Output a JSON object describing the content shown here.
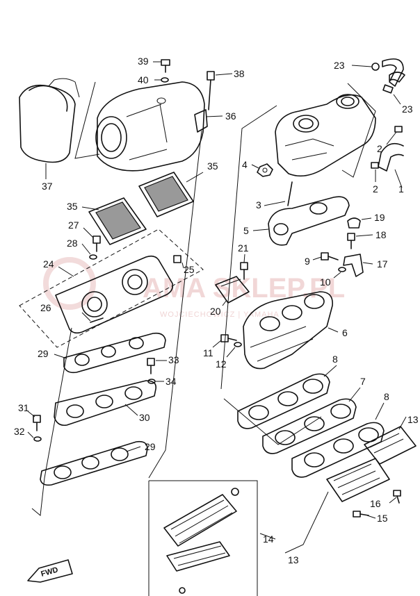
{
  "watermark": {
    "brand": "AMA SKLEP.PL",
    "subtitle": "WOJCIECHOWICZ  |  YAMAHA",
    "color": "#e6b8b8"
  },
  "direction_marker": {
    "label": "FWD"
  },
  "callouts": [
    {
      "id": "c1",
      "text": "1"
    },
    {
      "id": "c2a",
      "text": "2"
    },
    {
      "id": "c2b",
      "text": "2"
    },
    {
      "id": "c3",
      "text": "3"
    },
    {
      "id": "c4",
      "text": "4"
    },
    {
      "id": "c5",
      "text": "5"
    },
    {
      "id": "c6",
      "text": "6"
    },
    {
      "id": "c7",
      "text": "7"
    },
    {
      "id": "c8a",
      "text": "8"
    },
    {
      "id": "c8b",
      "text": "8"
    },
    {
      "id": "c9",
      "text": "9"
    },
    {
      "id": "c10",
      "text": "10"
    },
    {
      "id": "c11",
      "text": "11"
    },
    {
      "id": "c12",
      "text": "12"
    },
    {
      "id": "c13a",
      "text": "13"
    },
    {
      "id": "c13b",
      "text": "13"
    },
    {
      "id": "c14",
      "text": "14"
    },
    {
      "id": "c15",
      "text": "15"
    },
    {
      "id": "c16",
      "text": "16"
    },
    {
      "id": "c17",
      "text": "17"
    },
    {
      "id": "c18",
      "text": "18"
    },
    {
      "id": "c19",
      "text": "19"
    },
    {
      "id": "c20",
      "text": "20"
    },
    {
      "id": "c21",
      "text": "21"
    },
    {
      "id": "c23a",
      "text": "23"
    },
    {
      "id": "c23b",
      "text": "23"
    },
    {
      "id": "c24",
      "text": "24"
    },
    {
      "id": "c25",
      "text": "25"
    },
    {
      "id": "c26",
      "text": "26"
    },
    {
      "id": "c27",
      "text": "27"
    },
    {
      "id": "c28",
      "text": "28"
    },
    {
      "id": "c29a",
      "text": "29"
    },
    {
      "id": "c29b",
      "text": "29"
    },
    {
      "id": "c30",
      "text": "30"
    },
    {
      "id": "c31",
      "text": "31"
    },
    {
      "id": "c32",
      "text": "32"
    },
    {
      "id": "c33",
      "text": "33"
    },
    {
      "id": "c34",
      "text": "34"
    },
    {
      "id": "c35a",
      "text": "35"
    },
    {
      "id": "c35b",
      "text": "35"
    },
    {
      "id": "c36",
      "text": "36"
    },
    {
      "id": "c37",
      "text": "37"
    },
    {
      "id": "c38",
      "text": "38"
    },
    {
      "id": "c39",
      "text": "39"
    },
    {
      "id": "c40",
      "text": "40"
    }
  ]
}
